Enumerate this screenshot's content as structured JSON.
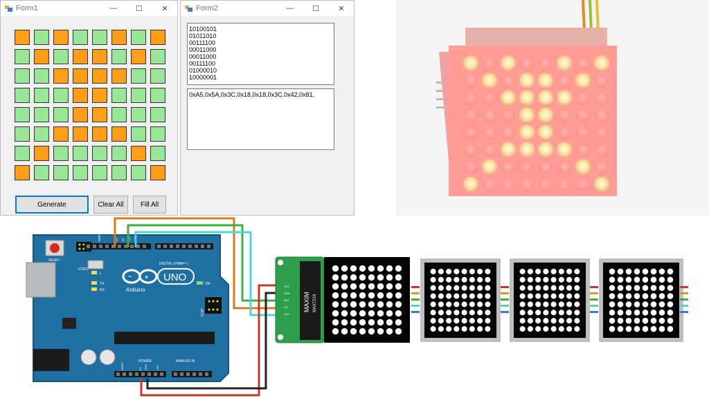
{
  "form1": {
    "title": "Form1",
    "controls": {
      "minimize": "—",
      "maximize": "☐",
      "close": "✕"
    },
    "grid": [
      [
        1,
        0,
        1,
        0,
        0,
        1,
        0,
        1
      ],
      [
        0,
        1,
        0,
        1,
        1,
        0,
        1,
        0
      ],
      [
        0,
        0,
        1,
        1,
        1,
        1,
        0,
        0
      ],
      [
        0,
        0,
        0,
        1,
        1,
        0,
        0,
        0
      ],
      [
        0,
        0,
        0,
        1,
        1,
        0,
        0,
        0
      ],
      [
        0,
        0,
        1,
        1,
        1,
        1,
        0,
        0
      ],
      [
        0,
        1,
        0,
        0,
        0,
        0,
        1,
        0
      ],
      [
        1,
        0,
        0,
        0,
        0,
        0,
        0,
        1
      ]
    ],
    "on_color": "#ff9e1b",
    "off_color": "#99e699",
    "buttons": {
      "generate": "Generate",
      "clear_all": "Clear All",
      "fill_all": "Fill All"
    }
  },
  "form2": {
    "title": "Form2",
    "controls": {
      "minimize": "—",
      "maximize": "☐",
      "close": "✕"
    },
    "binary_text": "10100101\n01011010\n00111100\n00011000\n00011000\n00111100\n01000010\n10000001",
    "hex_text": "0xA5,0x5A,0x3C,0x18,0x18,0x3C,0x42,0x81,"
  },
  "photo": {
    "lit_pattern": [
      [
        1,
        0,
        1,
        0,
        0,
        1,
        0,
        1
      ],
      [
        0,
        1,
        0,
        1,
        1,
        0,
        1,
        0
      ],
      [
        0,
        0,
        1,
        1,
        1,
        1,
        0,
        0
      ],
      [
        0,
        0,
        0,
        1,
        1,
        0,
        0,
        0
      ],
      [
        0,
        0,
        0,
        1,
        1,
        0,
        0,
        0
      ],
      [
        0,
        0,
        1,
        1,
        1,
        1,
        0,
        0
      ],
      [
        0,
        1,
        0,
        0,
        0,
        0,
        1,
        0
      ],
      [
        1,
        0,
        0,
        0,
        0,
        0,
        0,
        1
      ]
    ]
  },
  "arduino": {
    "brand": "Arduino",
    "model": "UNO",
    "reset_label": "RESET",
    "icsp2_label": "ICSP2",
    "icsp_label": "ICSP",
    "digital_label": "DIGITAL (PWM=~)",
    "power_label": "POWER",
    "analog_label": "ANALOG IN",
    "led_l": "L",
    "led_tx": "TX",
    "led_rx": "RX",
    "led_on": "ON",
    "aref": "AREF",
    "pin13": "13",
    "pin12": "12",
    "pin11": "~11",
    "pin10": "~10",
    "ioref": "IOREF",
    "pin5v": "5V",
    "gnd": "GND",
    "vin": "VIN"
  },
  "module": {
    "chip_brand": "MAXIM",
    "chip_model": "MAX7219",
    "pins": [
      "VCC",
      "GND",
      "DIN",
      "CS",
      "CLK"
    ]
  },
  "colors": {
    "board": "#1f6fa3",
    "wire_orange": "#d97a1e",
    "wire_green": "#3cb043",
    "wire_cyan": "#4ed4d4",
    "wire_red": "#c0392b",
    "wire_black": "#222222",
    "pcb_green": "#2e9e4a"
  }
}
